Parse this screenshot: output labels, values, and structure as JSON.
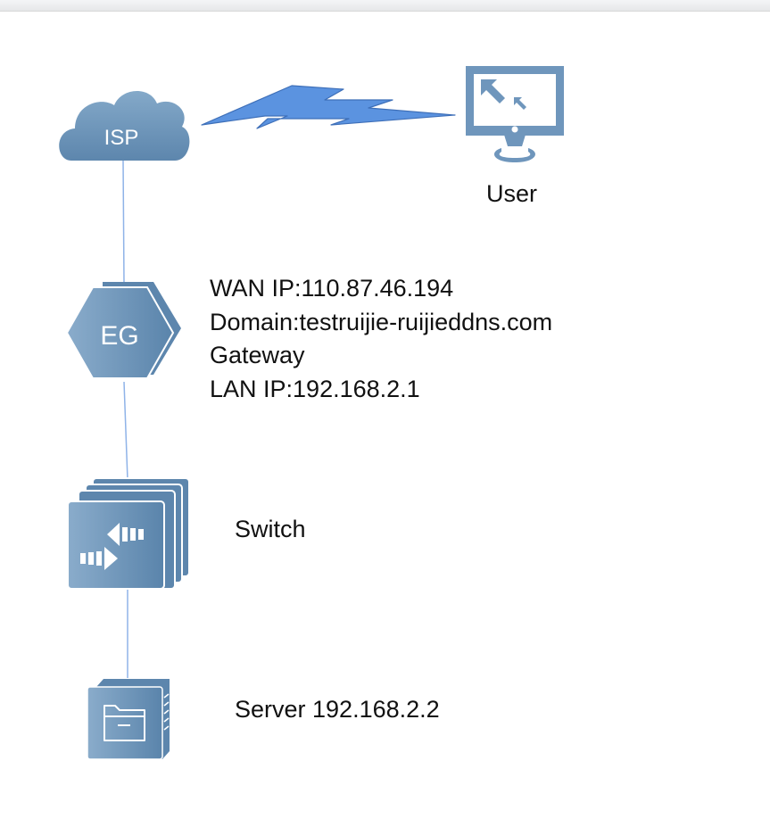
{
  "nodes": {
    "isp": {
      "label": "ISP",
      "icon": "cloud-icon"
    },
    "user": {
      "label": "User",
      "icon": "monitor-icon"
    },
    "eg": {
      "label": "EG",
      "icon": "gateway-hexagon-icon",
      "info": [
        "WAN IP:110.87.46.194",
        "Domain:testruijie-ruijieddns.com",
        "Gateway",
        "LAN IP:192.168.2.1"
      ]
    },
    "switch": {
      "label": "Switch",
      "icon": "switch-stack-icon"
    },
    "server": {
      "label": "Server 192.168.2.2",
      "icon": "server-folder-icon"
    }
  },
  "links": [
    {
      "from": "isp",
      "to": "user",
      "type": "wireless-lightning"
    },
    {
      "from": "isp",
      "to": "eg",
      "type": "line"
    },
    {
      "from": "eg",
      "to": "switch",
      "type": "line"
    },
    {
      "from": "switch",
      "to": "server",
      "type": "line"
    }
  ],
  "colors": {
    "device_fill_light": "#8aaccb",
    "device_fill_dark": "#5a84ab",
    "link_line": "#8fb3e8",
    "lightning_fill": "#5b93e0",
    "lightning_stroke": "#3e6fb8"
  }
}
